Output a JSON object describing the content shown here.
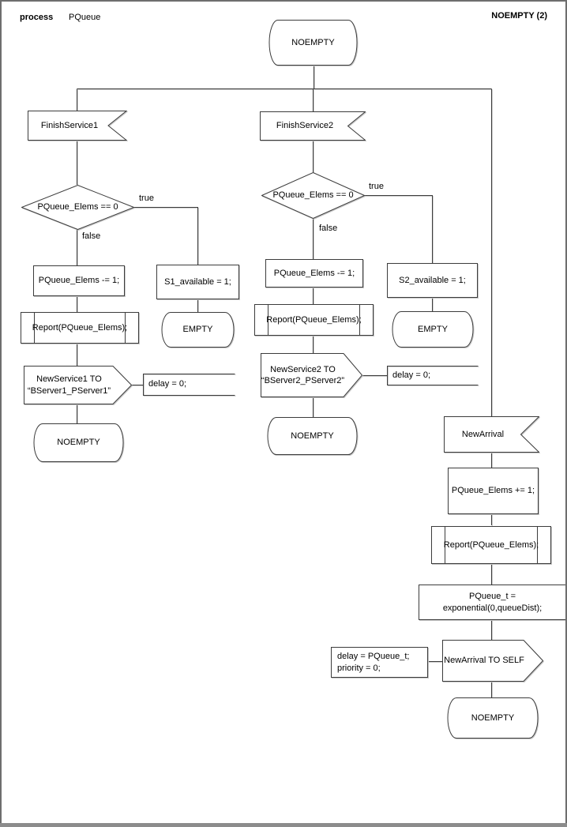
{
  "header": {
    "kind": "process",
    "title": "PQueue",
    "page_ref": "NOEMPTY (2)"
  },
  "branch_labels": {
    "true_label": "true",
    "false_label": "false"
  },
  "start_state": "NOEMPTY",
  "left": {
    "event": "FinishService1",
    "condition": "PQueue_Elems == 0",
    "false_assign": "PQueue_Elems -= 1;",
    "report": "Report(PQueue_Elems);",
    "send": "NewService1 TO\n“BServer1_PServer1”",
    "send_note": "delay = 0;",
    "end_state": "NOEMPTY",
    "true_assign": "S1_available = 1;",
    "true_state": "EMPTY"
  },
  "middle": {
    "event": "FinishService2",
    "condition": "PQueue_Elems == 0",
    "false_assign": "PQueue_Elems -= 1;",
    "report": "Report(PQueue_Elems);",
    "send": "NewService2 TO\n“BServer2_PServer2”",
    "send_note": "delay = 0;",
    "end_state": "NOEMPTY",
    "true_assign": "S2_available = 1;",
    "true_state": "EMPTY"
  },
  "right": {
    "event": "NewArrival",
    "increment": "PQueue_Elems += 1;",
    "report": "Report(PQueue_Elems);",
    "sample": "PQueue_t = exponential(0,queueDist);",
    "send": "NewArrival TO SELF",
    "send_note": "delay = PQueue_t;\npriority = 0;",
    "end_state": "NOEMPTY"
  }
}
